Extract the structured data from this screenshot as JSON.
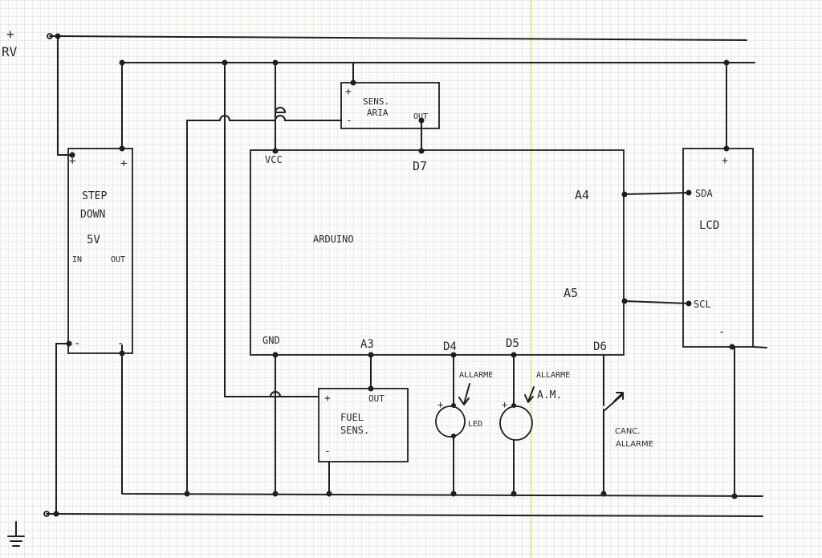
{
  "rails": {
    "supply_plus": "+",
    "supply_label": "RV"
  },
  "step_down": {
    "plus_in": "+",
    "plus_out": "+",
    "title_line1": "STEP",
    "title_line2": "DOWN",
    "voltage": "5V",
    "in_label": "IN",
    "out_label": "OUT",
    "minus_in": "-",
    "minus_out": "-"
  },
  "air_sensor": {
    "plus": "+",
    "minus": "-",
    "title_line1": "SENS.",
    "title_line2": "ARIA",
    "out": "OUT"
  },
  "arduino": {
    "title": "ARDUINO",
    "vcc": "VCC",
    "d7": "D7",
    "a4": "A4",
    "a5": "A5",
    "gnd": "GND",
    "a3": "A3",
    "d4": "D4",
    "d5": "D5",
    "d6": "D6"
  },
  "lcd": {
    "plus": "+",
    "title": "LCD",
    "sda": "SDA",
    "scl": "SCL",
    "minus": "-"
  },
  "fuel_sensor": {
    "plus": "+",
    "out": "OUT",
    "title_line1": "FUEL",
    "title_line2": "SENS.",
    "minus": "-"
  },
  "alarm_led": {
    "label": "ALLARME",
    "plus": "+",
    "name": "LED"
  },
  "alarm_am": {
    "label_line1": "ALLARME",
    "label_line2": "A.M.",
    "plus": "+"
  },
  "cancel_switch": {
    "label_line1": "CANC.",
    "label_line2": "ALLARME"
  }
}
